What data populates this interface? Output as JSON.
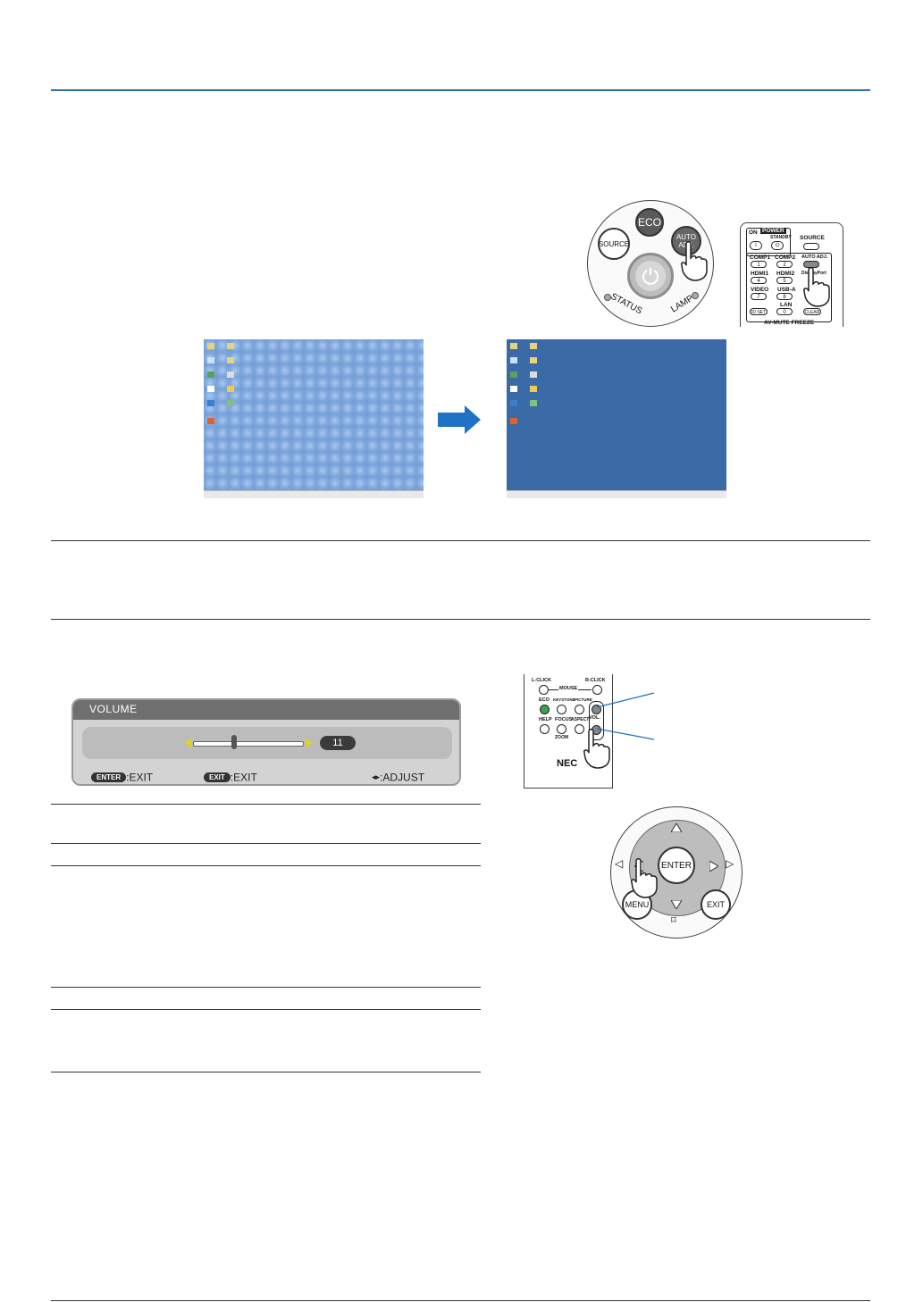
{
  "panel": {
    "eco_label": "ECO",
    "source_label": "SOURCE",
    "auto_adj_label": "AUTO ADJ.",
    "status_label": "STATUS",
    "lamp_label": "LAMP"
  },
  "remote_top": {
    "power_label": "POWER",
    "on_label": "ON",
    "standby_label": "STANDBY",
    "source_label": "SOURCE",
    "comp1_label": "COMP1",
    "comp2_label": "COMP2",
    "auto_adj_label": "AUTO ADJ.",
    "hdmi1_label": "HDMI1",
    "hdmi2_label": "HDMI2",
    "display_port_label": "DisplayPort",
    "video_label": "VIDEO",
    "usba_label": "USB-A",
    "lan_label": "LAN",
    "id_set_label": "ID SET",
    "clear_label": "CLEAR",
    "avmute_freeze_label": "AV-MUTE  FREEZE",
    "keys": [
      "1",
      "2",
      "4",
      "5",
      "7",
      "8",
      "0"
    ]
  },
  "volume_osd": {
    "title": "VOLUME",
    "value": "11",
    "level": 0.37,
    "enter_key": "ENTER",
    "enter_action": ":EXIT",
    "exit_key": "EXIT",
    "exit_action": ":EXIT",
    "adjust_symbol": "◂▸",
    "adjust_action": ":ADJUST"
  },
  "remote_vol": {
    "lclick_label": "L-CLICK",
    "mouse_label": "MOUSE",
    "rclick_label": "R-CLICK",
    "eco_label": "ECO",
    "keystone_label": "KEYSTONE",
    "picture_label": "PICTURE",
    "vol_label": "VOL.",
    "help_label": "HELP",
    "focus_label": "FOCUS",
    "aspect_label": "ASPECT",
    "zoom_label": "ZOOM",
    "brand": "NEC"
  },
  "dpad": {
    "enter_label": "ENTER",
    "menu_label": "MENU",
    "exit_label": "EXIT"
  },
  "colors": {
    "rule_blue": "#2e6db3",
    "arrow_blue": "#1f73c4",
    "desktop_blue": "#3a6ba6"
  }
}
